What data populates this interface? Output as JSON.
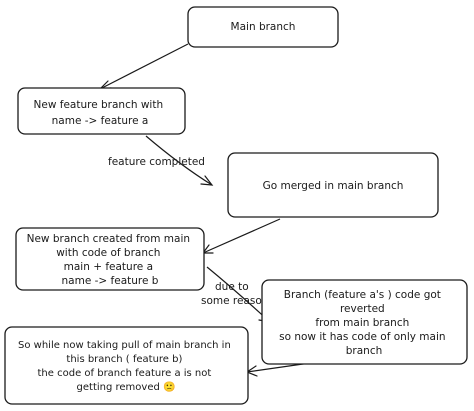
{
  "diagram": {
    "nodes": {
      "main_branch": {
        "lines": [
          "Main branch"
        ]
      },
      "feature_a": {
        "lines": [
          "New feature branch with",
          "name -> feature a"
        ]
      },
      "merged": {
        "lines": [
          "Go merged in main branch"
        ]
      },
      "feature_b": {
        "lines": [
          "New branch created from main",
          "with code of branch",
          "main + feature a",
          "name -> feature b"
        ]
      },
      "reverted": {
        "lines": [
          "Branch (feature a's ) code got",
          "reverted",
          "from main branch",
          "so now it has code of only main",
          "branch"
        ]
      },
      "pull": {
        "lines": [
          "So while now taking pull of main branch in",
          "this branch ( feature b)",
          "the code of branch feature a is not",
          "getting removed 🙁"
        ]
      }
    },
    "edges": {
      "feature_completed": {
        "label": "feature completed"
      },
      "due_to_reason": {
        "label": [
          "due to",
          "some reason"
        ]
      }
    }
  }
}
